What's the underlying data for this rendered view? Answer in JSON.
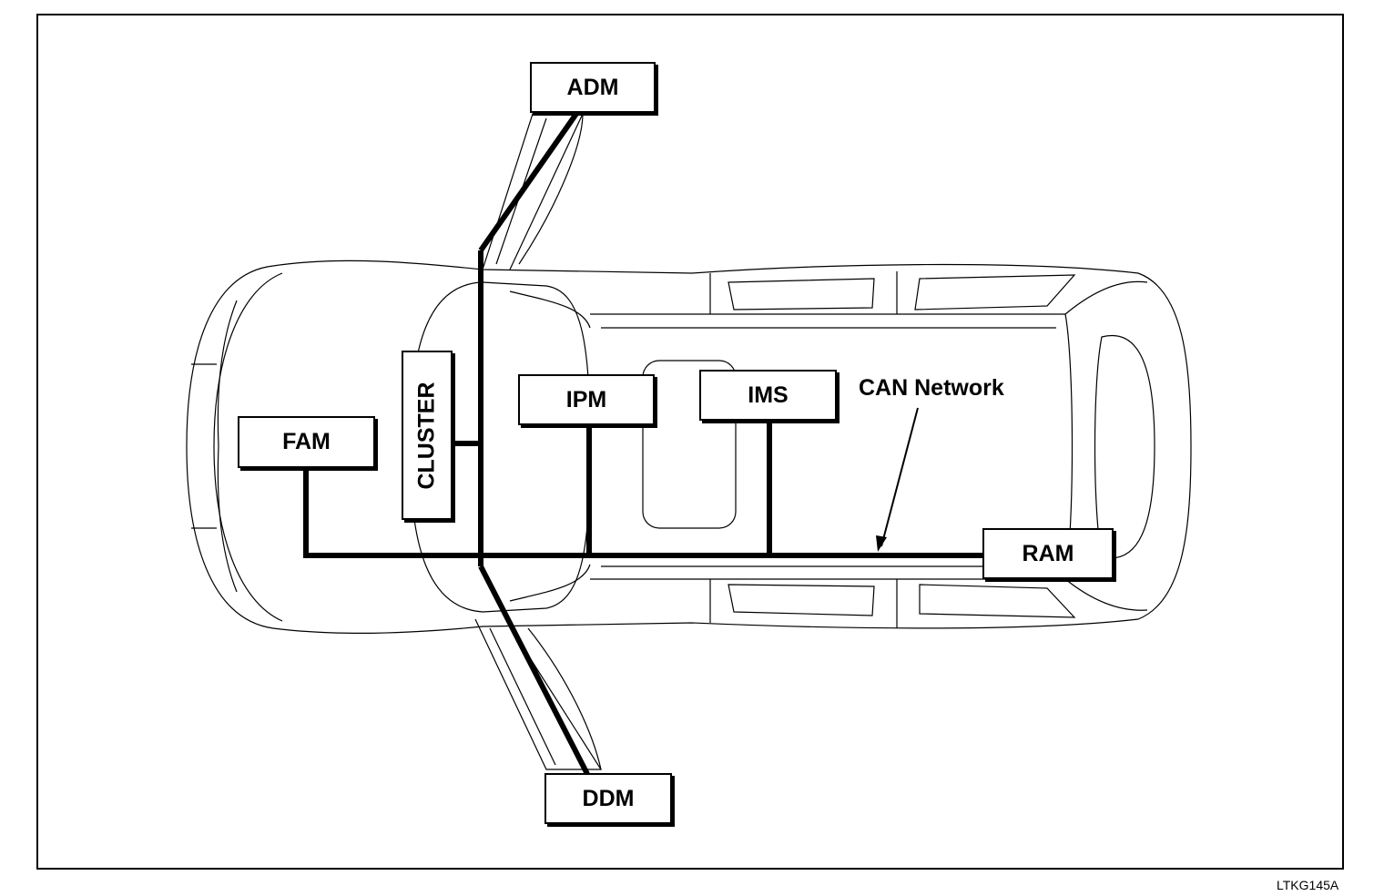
{
  "diagram": {
    "modules": {
      "adm": "ADM",
      "ddm": "DDM",
      "fam": "FAM",
      "cluster": "CLUSTER",
      "ipm": "IPM",
      "ims": "IMS",
      "ram": "RAM"
    },
    "network_label": "CAN Network",
    "figure_code": "LTKG145A"
  },
  "colors": {
    "line": "#000000",
    "background": "#ffffff",
    "outline": "#000000"
  }
}
